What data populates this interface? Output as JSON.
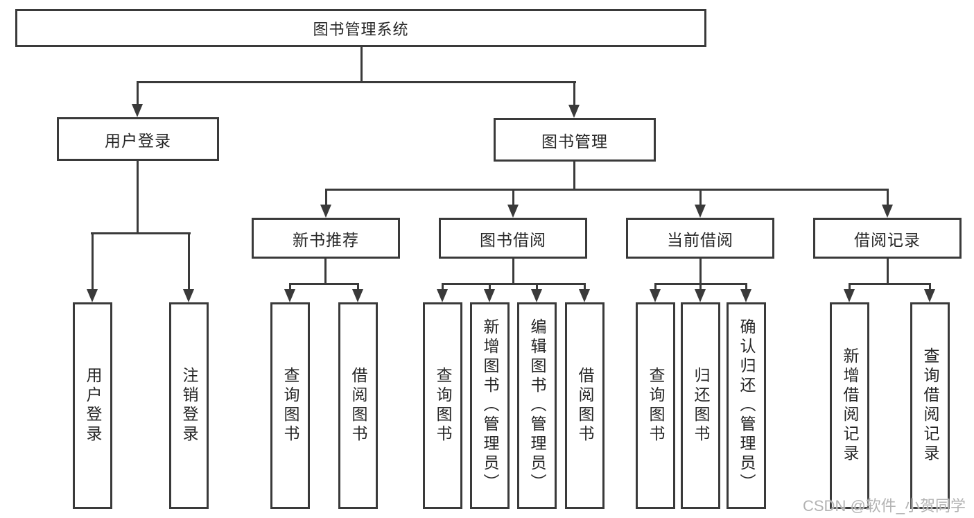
{
  "diagram": {
    "title": "图书管理系统",
    "type": "hierarchy-tree",
    "colors": {
      "line": "#3a3a3a",
      "box_border": "#3a3a3a",
      "box_fill": "#ffffff",
      "text": "#262626",
      "watermark_text": "#b3b3b3",
      "background": "#ffffff"
    },
    "root": {
      "label": "图书管理系统",
      "children": [
        {
          "label": "用户登录",
          "children": [
            {
              "label": "用户登录"
            },
            {
              "label": "注销登录"
            }
          ]
        },
        {
          "label": "图书管理",
          "children": [
            {
              "label": "新书推荐",
              "children": [
                {
                  "label": "查询图书"
                },
                {
                  "label": "借阅图书"
                }
              ]
            },
            {
              "label": "图书借阅",
              "children": [
                {
                  "label": "查询图书"
                },
                {
                  "label": "新增图书（管理员）"
                },
                {
                  "label": "编辑图书（管理员）"
                },
                {
                  "label": "借阅图书"
                }
              ]
            },
            {
              "label": "当前借阅",
              "children": [
                {
                  "label": "查询图书"
                },
                {
                  "label": "归还图书"
                },
                {
                  "label": "确认归还（管理员）"
                }
              ]
            },
            {
              "label": "借阅记录",
              "children": [
                {
                  "label": "新增借阅记录"
                },
                {
                  "label": "查询借阅记录"
                }
              ]
            }
          ]
        }
      ]
    }
  },
  "watermark": {
    "text": "CSDN @软件_小贺同学"
  }
}
